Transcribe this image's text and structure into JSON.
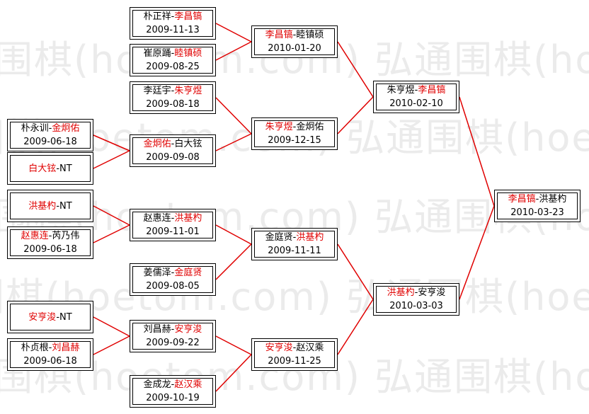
{
  "watermark": "弘通围棋(hoetom.com)",
  "matches": [
    {
      "id": "r1a",
      "p1": "朴正祥",
      "p2": "李昌镐",
      "winner": 2,
      "date": "2009-11-13"
    },
    {
      "id": "r1b",
      "p1": "崔原踊",
      "p2": "睦镇硕",
      "winner": 2,
      "date": "2009-08-25"
    },
    {
      "id": "r1c",
      "p1": "李廷宇",
      "p2": "朱亨煜",
      "winner": 2,
      "date": "2009-08-18"
    },
    {
      "id": "r0a",
      "p1": "朴永训",
      "p2": "金炯佑",
      "winner": 2,
      "date": "2009-06-18"
    },
    {
      "id": "r0b",
      "p1": "白大铉",
      "p2": "NT",
      "winner": 1,
      "date": ""
    },
    {
      "id": "r1d",
      "p1": "金炯佑",
      "p2": "白大铉",
      "winner": 1,
      "date": "2009-09-08"
    },
    {
      "id": "r0c",
      "p1": "洪基杓",
      "p2": "NT",
      "winner": 1,
      "date": ""
    },
    {
      "id": "r0d",
      "p1": "赵惠连",
      "p2": "芮乃伟",
      "winner": 1,
      "date": "2009-06-18"
    },
    {
      "id": "r1e",
      "p1": "赵惠连",
      "p2": "洪基杓",
      "winner": 2,
      "date": "2009-11-01"
    },
    {
      "id": "r1f",
      "p1": "姜儒泽",
      "p2": "金庭贤",
      "winner": 2,
      "date": "2009-08-05"
    },
    {
      "id": "r0e",
      "p1": "安亨浚",
      "p2": "NT",
      "winner": 1,
      "date": ""
    },
    {
      "id": "r0f",
      "p1": "朴贞根",
      "p2": "刘昌赫",
      "winner": 2,
      "date": "2009-06-18"
    },
    {
      "id": "r1g",
      "p1": "刘昌赫",
      "p2": "安亨浚",
      "winner": 2,
      "date": "2009-09-22"
    },
    {
      "id": "r1h",
      "p1": "金成龙",
      "p2": "赵汉乘",
      "winner": 2,
      "date": "2009-10-19"
    },
    {
      "id": "r2a",
      "p1": "李昌镐",
      "p2": "睦镇硕",
      "winner": 1,
      "date": "2010-01-20"
    },
    {
      "id": "r2b",
      "p1": "朱亨煜",
      "p2": "金炯佑",
      "winner": 1,
      "date": "2009-12-15"
    },
    {
      "id": "r2c",
      "p1": "金庭贤",
      "p2": "洪基杓",
      "winner": 2,
      "date": "2009-11-11"
    },
    {
      "id": "r2d",
      "p1": "安亨浚",
      "p2": "赵汉乘",
      "winner": 1,
      "date": "2009-11-25"
    },
    {
      "id": "r3a",
      "p1": "朱亨煜",
      "p2": "李昌镐",
      "winner": 2,
      "date": "2010-02-10"
    },
    {
      "id": "r3b",
      "p1": "洪基杓",
      "p2": "安亨浚",
      "winner": 1,
      "date": "2010-03-03"
    },
    {
      "id": "final",
      "p1": "李昌镐",
      "p2": "洪基杓",
      "winner": 1,
      "date": "2010-03-23"
    }
  ],
  "colors": {
    "winner": "#e00000",
    "line": "#e00000",
    "border": "#000000",
    "watermark": "#ebebeb"
  }
}
